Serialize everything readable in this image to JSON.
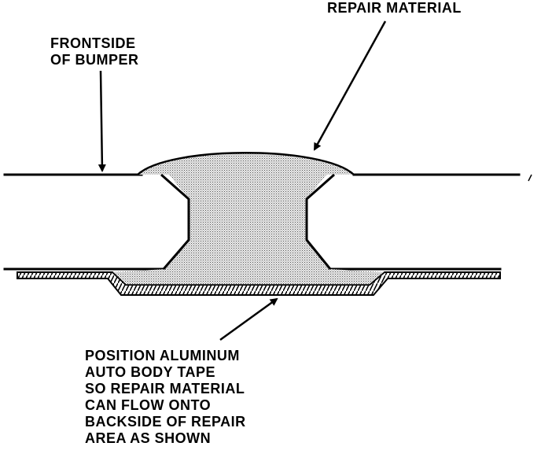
{
  "labels": {
    "repair_material": "REPAIR MATERIAL",
    "frontside": [
      "FRONTSIDE",
      "OF BUMPER"
    ],
    "note": [
      "POSITION ALUMINUM",
      "AUTO BODY TAPE",
      "SO REPAIR MATERIAL",
      "CAN FLOW ONTO",
      "BACKSIDE OF REPAIR",
      "AREA AS SHOWN"
    ]
  },
  "colors": {
    "line": "#000000",
    "fill_stipple": "#bdbdbd",
    "background": "#ffffff"
  }
}
